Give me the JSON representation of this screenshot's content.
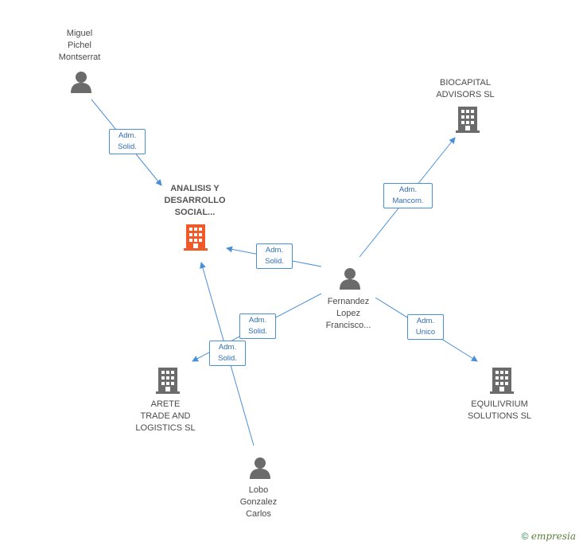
{
  "nodes": {
    "focus_company": {
      "label": "ANALISIS Y\nDESARROLLO\nSOCIAL...",
      "type": "company",
      "color": "#f05a28"
    },
    "biocapital": {
      "label": "BIOCAPITAL\nADVISORS SL",
      "type": "company",
      "color": "#6b6b6b"
    },
    "arete": {
      "label": "ARETE\nTRADE AND\nLOGISTICS SL",
      "type": "company",
      "color": "#6b6b6b"
    },
    "equilivrium": {
      "label": "EQUILIVRIUM\nSOLUTIONS  SL",
      "type": "company",
      "color": "#6b6b6b"
    },
    "miguel": {
      "label": "Miguel\nPichel\nMontserrat",
      "type": "person",
      "color": "#6b6b6b"
    },
    "fernandez": {
      "label": "Fernandez\nLopez\nFrancisco...",
      "type": "person",
      "color": "#6b6b6b"
    },
    "lobo": {
      "label": "Lobo\nGonzalez\nCarlos",
      "type": "person",
      "color": "#6b6b6b"
    }
  },
  "edges": {
    "miguel_focus": {
      "label": "Adm.\nSolid."
    },
    "fernandez_focus": {
      "label": "Adm.\nSolid."
    },
    "fernandez_biocapital": {
      "label": "Adm.\nMancom."
    },
    "fernandez_arete": {
      "label": "Adm.\nSolid."
    },
    "lobo_focus": {
      "label": "Adm.\nSolid."
    },
    "fernandez_equilivrium": {
      "label": "Adm.\nUnico"
    }
  },
  "footer": {
    "copyright": "©",
    "brand_initial": "e",
    "brand_rest": "mpresia"
  },
  "colors": {
    "edge": "#4a90d9",
    "accent": "#f05a28",
    "node": "#6b6b6b"
  }
}
